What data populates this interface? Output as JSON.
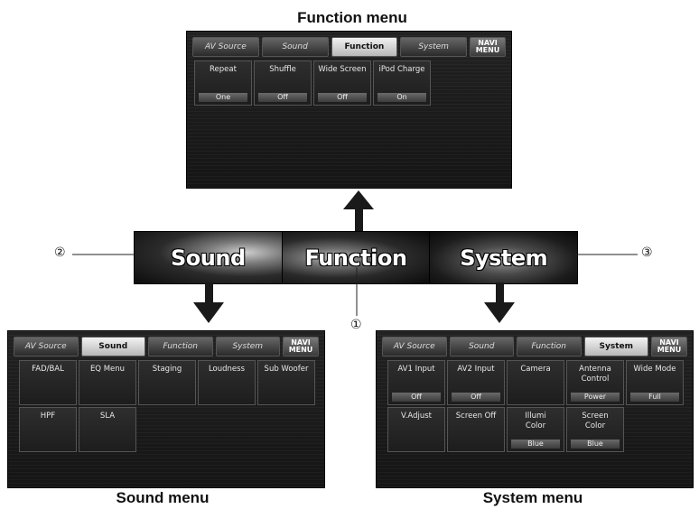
{
  "captions": {
    "function": "Function menu",
    "sound": "Sound menu",
    "system": "System menu"
  },
  "tabs": {
    "av_source": "AV Source",
    "sound": "Sound",
    "function": "Function",
    "system": "System",
    "navi_line1": "NAVI",
    "navi_line2": "MENU"
  },
  "function_menu": {
    "items": [
      {
        "label": "Repeat",
        "value": "One"
      },
      {
        "label": "Shuffle",
        "value": "Off"
      },
      {
        "label": "Wide Screen",
        "value": "Off"
      },
      {
        "label": "iPod Charge",
        "value": "On"
      }
    ]
  },
  "sound_menu": {
    "items": [
      {
        "label": "FAD/BAL"
      },
      {
        "label": "EQ Menu"
      },
      {
        "label": "Staging"
      },
      {
        "label": "Loudness"
      },
      {
        "label": "Sub Woofer"
      },
      {
        "label": "HPF"
      },
      {
        "label": "SLA"
      }
    ]
  },
  "system_menu": {
    "items": [
      {
        "label": "AV1 Input",
        "value": "Off"
      },
      {
        "label": "AV2 Input",
        "value": "Off"
      },
      {
        "label": "Camera"
      },
      {
        "label": "Antenna\nControl",
        "value": "Power"
      },
      {
        "label": "Wide Mode",
        "value": "Full"
      },
      {
        "label": "V.Adjust"
      },
      {
        "label": "Screen Off"
      },
      {
        "label": "Illumi\nColor",
        "value": "Blue"
      },
      {
        "label": "Screen\nColor",
        "value": "Blue"
      }
    ]
  },
  "banner": {
    "sound": "Sound",
    "function": "Function",
    "system": "System"
  },
  "callouts": {
    "one": "①",
    "two": "②",
    "three": "③"
  }
}
